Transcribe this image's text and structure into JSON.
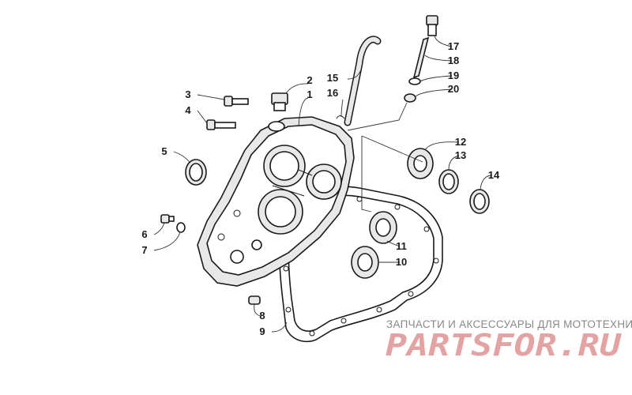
{
  "callouts": [
    {
      "id": "1",
      "text": "1"
    },
    {
      "id": "2",
      "text": "2"
    },
    {
      "id": "3",
      "text": "3"
    },
    {
      "id": "4",
      "text": "4"
    },
    {
      "id": "5",
      "text": "5"
    },
    {
      "id": "6",
      "text": "6"
    },
    {
      "id": "7",
      "text": "7"
    },
    {
      "id": "8",
      "text": "8"
    },
    {
      "id": "9",
      "text": "9"
    },
    {
      "id": "10",
      "text": "10"
    },
    {
      "id": "11",
      "text": "11"
    },
    {
      "id": "12",
      "text": "12"
    },
    {
      "id": "13",
      "text": "13"
    },
    {
      "id": "14",
      "text": "14"
    },
    {
      "id": "15",
      "text": "15"
    },
    {
      "id": "16",
      "text": "16"
    },
    {
      "id": "17",
      "text": "17"
    },
    {
      "id": "18",
      "text": "18"
    },
    {
      "id": "19",
      "text": "19"
    },
    {
      "id": "20",
      "text": "20"
    }
  ],
  "watermark": {
    "caption": "ЗАПЧАСТИ И АКСЕССУАРЫ ДЛЯ МОТОТЕХНИКИ",
    "logo": "PARTSFOR.RU",
    "logo_color": "#e3a3a3"
  }
}
